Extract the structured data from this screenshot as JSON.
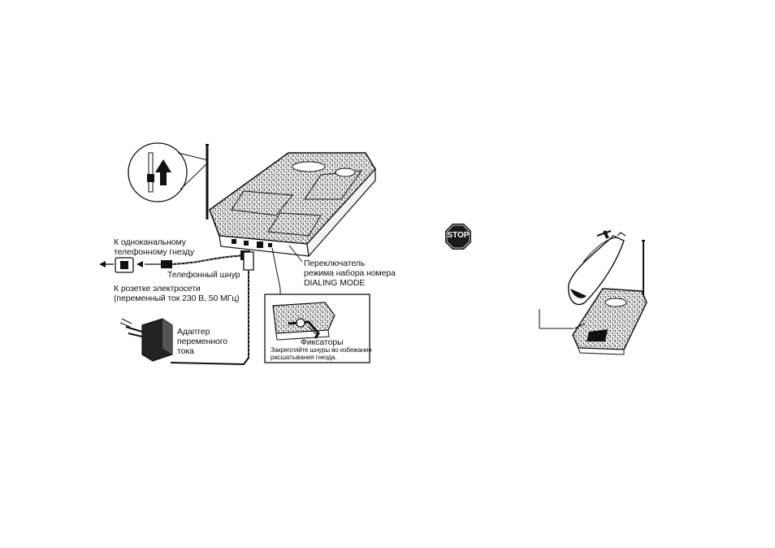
{
  "labels": {
    "single_line_jack": "К одноканальному\nтелефонному гнезду",
    "telephone_cord": "Телефонный шнур",
    "to_power_outlet": "К розетке электросети\n(переменный ток 230 В, 50 МГц)",
    "ac_adaptor": "Адаптер\nпеременного\nтока",
    "dialing_mode_switch": "Переключатель\nрежима набора номера\nDIALING MODE",
    "hooks": "Фиксаторы",
    "hooks_note": "Закрепляйте шнуры во избежание\nрасшатывания гнезда."
  },
  "stop_sign": {
    "text": "STOP",
    "color": "#1a1a1a"
  },
  "icons": [
    "antenna-raise-arrow-icon",
    "stop-icon",
    "plug-icon"
  ]
}
